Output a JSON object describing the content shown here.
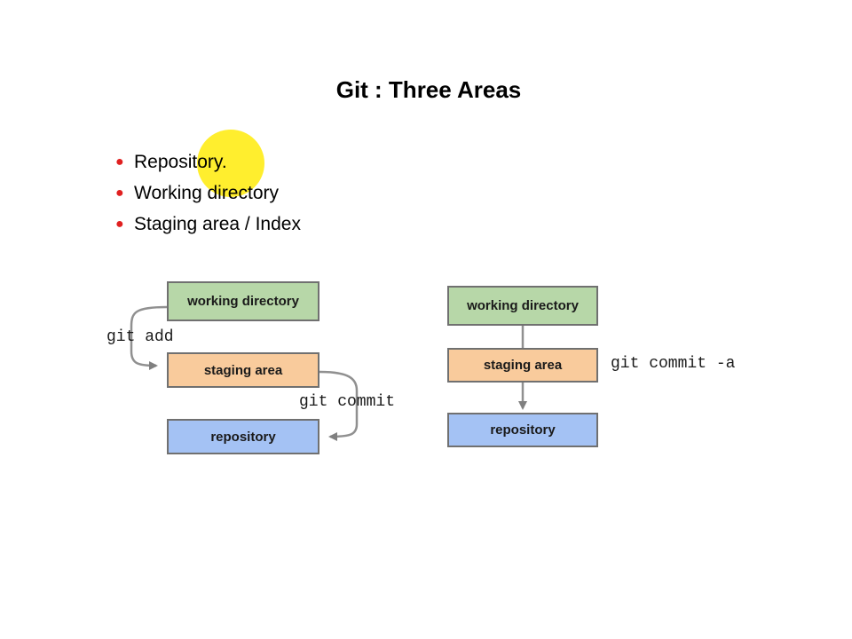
{
  "title": "Git : Three Areas",
  "bullets": [
    "Repository.",
    "Working directory",
    "Staging area / Index"
  ],
  "diagram_left": {
    "boxes": {
      "working": "working directory",
      "staging": "staging area",
      "repository": "repository"
    },
    "commands": {
      "add": "git add",
      "commit": "git commit"
    }
  },
  "diagram_right": {
    "boxes": {
      "working": "working directory",
      "staging": "staging area",
      "repository": "repository"
    },
    "commands": {
      "commit_a": "git commit -a"
    }
  },
  "colors": {
    "working": "#b7d7a8",
    "staging": "#f9cb9c",
    "repository": "#a4c2f4",
    "bullet": "#e02020",
    "highlight": "#ffea00"
  }
}
